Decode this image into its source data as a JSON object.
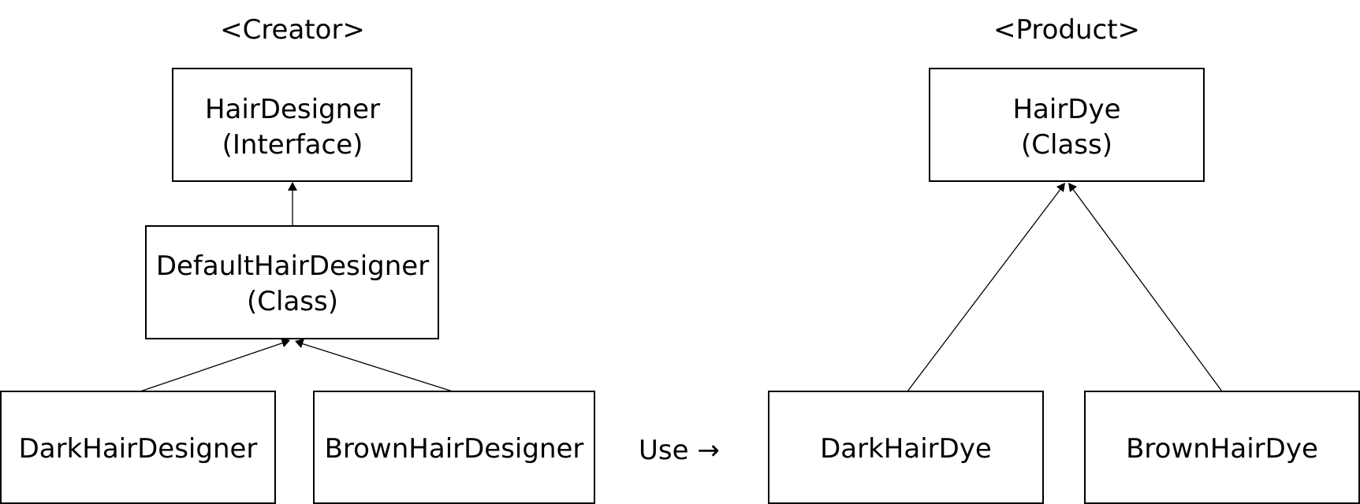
{
  "headers": {
    "creator": "<Creator>",
    "product": "<Product>"
  },
  "use_label": "Use →",
  "nodes": {
    "hair_designer": {
      "line1": "HairDesigner",
      "line2": "(Interface)"
    },
    "default_hair_designer": {
      "line1": "DefaultHairDesigner",
      "line2": "(Class)"
    },
    "dark_hair_designer": {
      "line1": "DarkHairDesigner"
    },
    "brown_hair_designer": {
      "line1": "BrownHairDesigner"
    },
    "hair_dye": {
      "line1": "HairDye",
      "line2": "(Class)"
    },
    "dark_hair_dye": {
      "line1": "DarkHairDye"
    },
    "brown_hair_dye": {
      "line1": "BrownHairDye"
    }
  },
  "edges": [
    {
      "from": "default_hair_designer",
      "to": "hair_designer"
    },
    {
      "from": "dark_hair_designer",
      "to": "default_hair_designer"
    },
    {
      "from": "brown_hair_designer",
      "to": "default_hair_designer"
    },
    {
      "from": "dark_hair_dye",
      "to": "hair_dye"
    },
    {
      "from": "brown_hair_dye",
      "to": "hair_dye"
    }
  ]
}
